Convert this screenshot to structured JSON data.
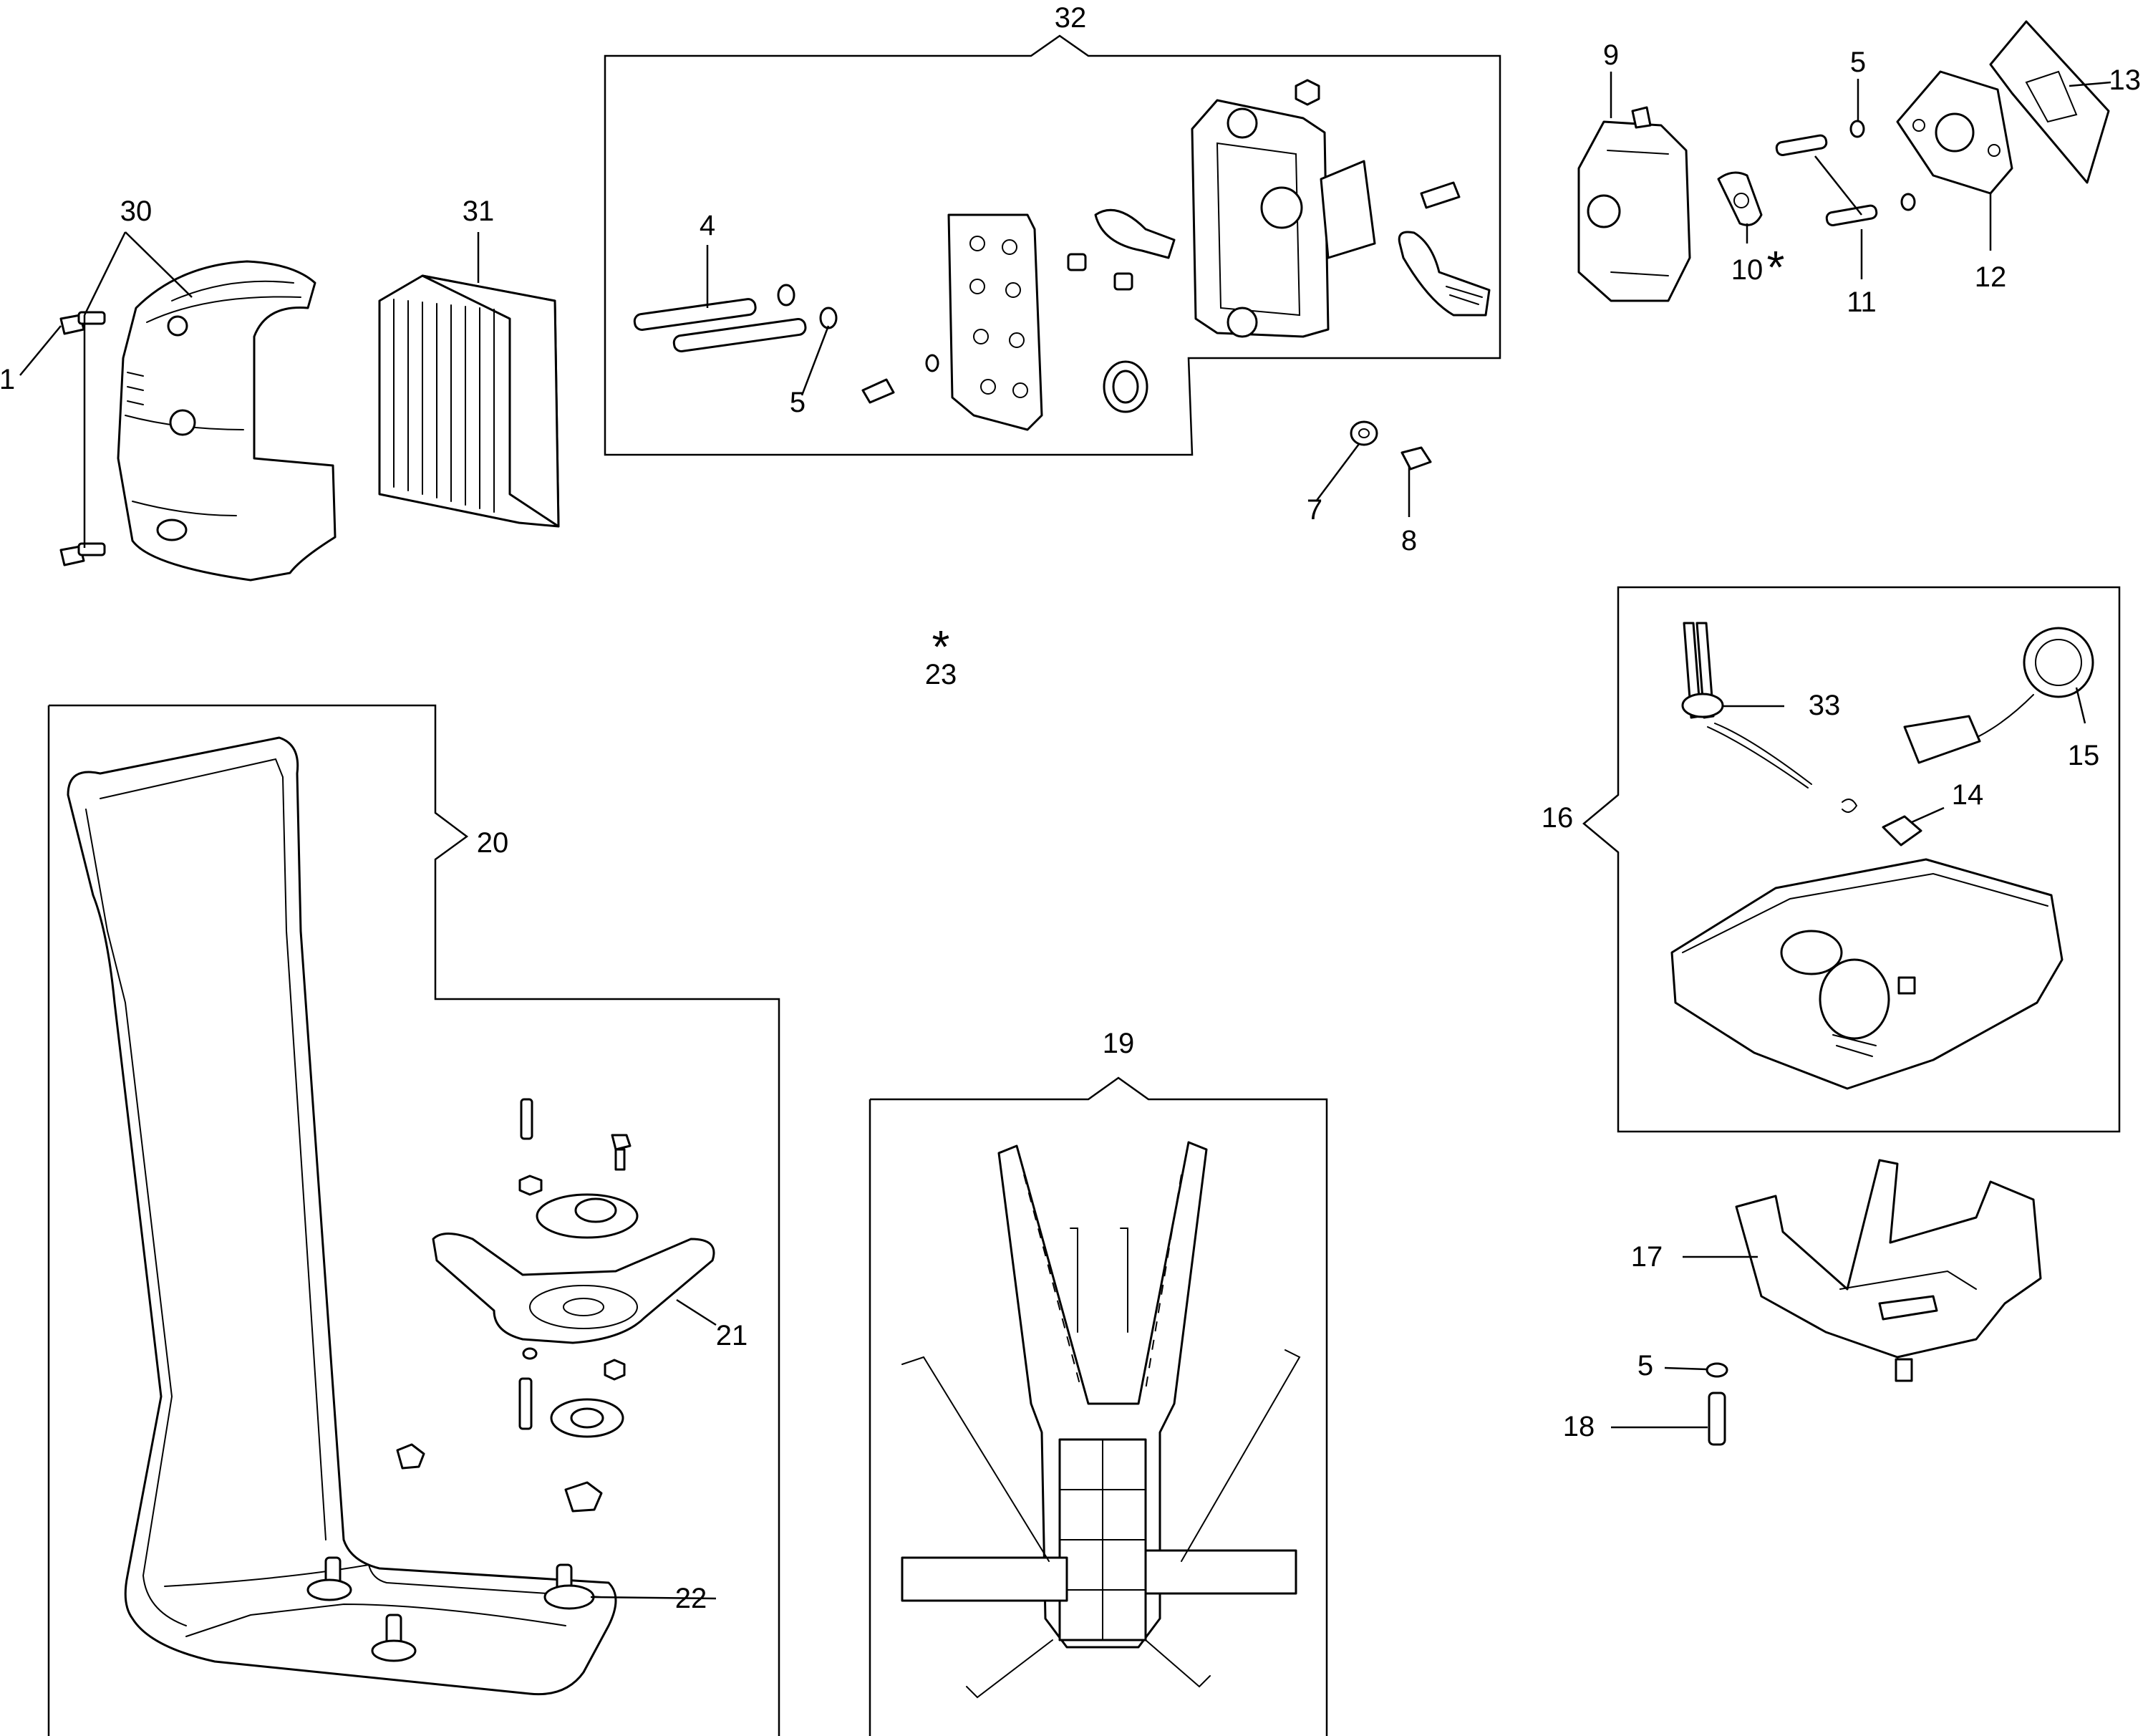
{
  "labels": {
    "l1": "1",
    "l4": "4",
    "l5a": "5",
    "l5b": "5",
    "l5c": "5",
    "l7": "7",
    "l8": "8",
    "l9": "9",
    "l10": "10",
    "l11": "11",
    "l12": "12",
    "l13": "13",
    "l14": "14",
    "l15": "15",
    "l16": "16",
    "l17": "17",
    "l18": "18",
    "l19": "19",
    "l20": "20",
    "l21": "21",
    "l22": "22",
    "l23": "23",
    "l30": "30",
    "l31": "31",
    "l32": "32",
    "l33": "33"
  },
  "marks": {
    "asterisk": "*"
  }
}
